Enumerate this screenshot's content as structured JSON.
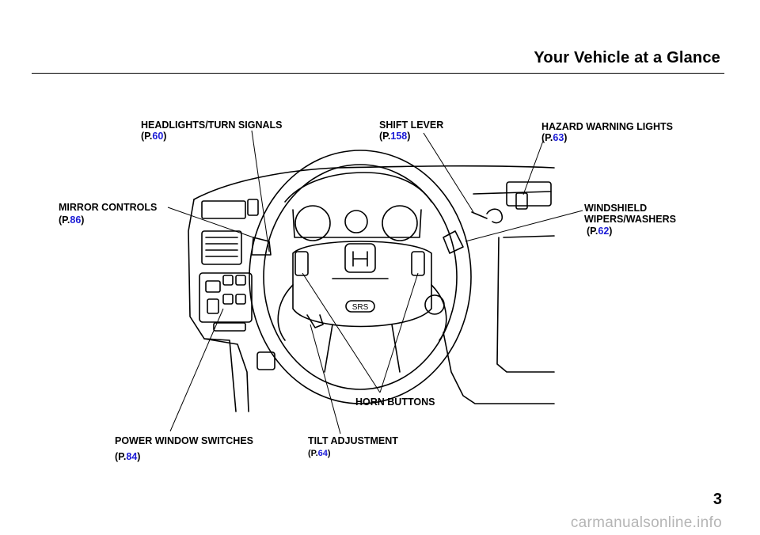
{
  "header": {
    "title": "Your Vehicle at a Glance"
  },
  "callouts": {
    "headlights": {
      "label": "HEADLIGHTS/TURN SIGNALS",
      "ref_prefix": "(P.",
      "ref_num": "60",
      "ref_suffix": ")"
    },
    "shift_lever": {
      "label": "SHIFT LEVER",
      "ref_prefix": "(P.",
      "ref_num": "158",
      "ref_suffix": ")"
    },
    "hazard": {
      "label": "HAZARD WARNING LIGHTS",
      "ref_prefix": "(P.",
      "ref_num": "63",
      "ref_suffix": ")"
    },
    "mirror": {
      "label": "MIRROR CONTROLS",
      "ref_prefix": "(P.",
      "ref_num": "86",
      "ref_suffix": ")"
    },
    "wipers": {
      "label_line1": "WINDSHIELD",
      "label_line2": "WIPERS/WASHERS",
      "ref_prefix": "(P.",
      "ref_num": "62",
      "ref_suffix": ")"
    },
    "horn": {
      "label": "HORN BUTTONS"
    },
    "power_window": {
      "label": "POWER WINDOW SWITCHES",
      "ref_prefix": "(P.",
      "ref_num": "84",
      "ref_suffix": ")"
    },
    "tilt": {
      "label": "TILT ADJUSTMENT",
      "ref_prefix": "(P.",
      "ref_num": "64",
      "ref_suffix": ")"
    }
  },
  "illustration": {
    "airbag_text": "SRS"
  },
  "footer": {
    "page_number": "3",
    "watermark": "carmanualsonline.info"
  }
}
